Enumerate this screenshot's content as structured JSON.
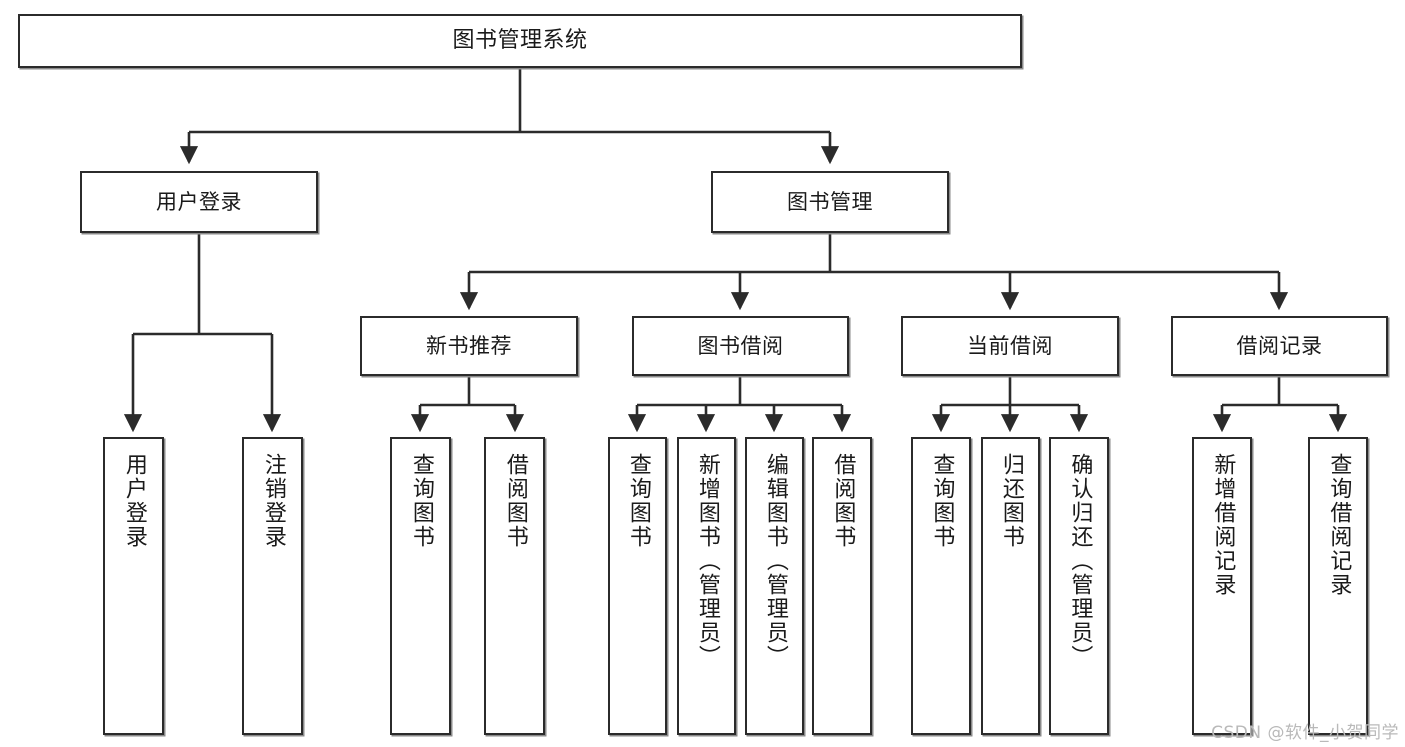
{
  "diagram": {
    "type": "tree",
    "title": "图书管理系统",
    "orientation": "top-down",
    "colors": {
      "box_border": "#2b2b2b",
      "box_fill": "#ffffff",
      "edge": "#2b2b2b",
      "text": "#1a1a1a",
      "watermark": "#b9b9b9"
    },
    "levels": [
      {
        "level": 1,
        "nodes": [
          {
            "id": "root",
            "label": "图书管理系统",
            "orientation": "horizontal"
          }
        ]
      },
      {
        "level": 2,
        "nodes": [
          {
            "id": "l2a",
            "label": "用户登录",
            "orientation": "horizontal",
            "parent": "root"
          },
          {
            "id": "l2b",
            "label": "图书管理",
            "orientation": "horizontal",
            "parent": "root"
          }
        ]
      },
      {
        "level": 3,
        "nodes": [
          {
            "id": "l3a",
            "label": "新书推荐",
            "orientation": "horizontal",
            "parent": "l2b"
          },
          {
            "id": "l3b",
            "label": "图书借阅",
            "orientation": "horizontal",
            "parent": "l2b"
          },
          {
            "id": "l3c",
            "label": "当前借阅",
            "orientation": "horizontal",
            "parent": "l2b"
          },
          {
            "id": "l3d",
            "label": "借阅记录",
            "orientation": "horizontal",
            "parent": "l2b"
          }
        ]
      },
      {
        "level": 4,
        "nodes": [
          {
            "id": "leaf01",
            "label": "用户登录",
            "orientation": "vertical",
            "parent": "l2a"
          },
          {
            "id": "leaf02",
            "label": "注销登录",
            "orientation": "vertical",
            "parent": "l2a"
          },
          {
            "id": "leaf03",
            "label": "查询图书",
            "orientation": "vertical",
            "parent": "l3a"
          },
          {
            "id": "leaf04",
            "label": "借阅图书",
            "orientation": "vertical",
            "parent": "l3a"
          },
          {
            "id": "leaf05",
            "label": "查询图书",
            "orientation": "vertical",
            "parent": "l3b"
          },
          {
            "id": "leaf06",
            "label": "新增图书（管理员）",
            "orientation": "vertical",
            "parent": "l3b"
          },
          {
            "id": "leaf07",
            "label": "编辑图书（管理员）",
            "orientation": "vertical",
            "parent": "l3b"
          },
          {
            "id": "leaf08",
            "label": "借阅图书",
            "orientation": "vertical",
            "parent": "l3b"
          },
          {
            "id": "leaf09",
            "label": "查询图书",
            "orientation": "vertical",
            "parent": "l3c"
          },
          {
            "id": "leaf10",
            "label": "归还图书",
            "orientation": "vertical",
            "parent": "l3c"
          },
          {
            "id": "leaf11",
            "label": "确认归还（管理员）",
            "orientation": "vertical",
            "parent": "l3c"
          },
          {
            "id": "leaf12",
            "label": "新增借阅记录",
            "orientation": "vertical",
            "parent": "l3d"
          },
          {
            "id": "leaf13",
            "label": "查询借阅记录",
            "orientation": "vertical",
            "parent": "l3d"
          }
        ]
      }
    ]
  },
  "watermark": {
    "text": "CSDN @软件_小贺同学"
  }
}
